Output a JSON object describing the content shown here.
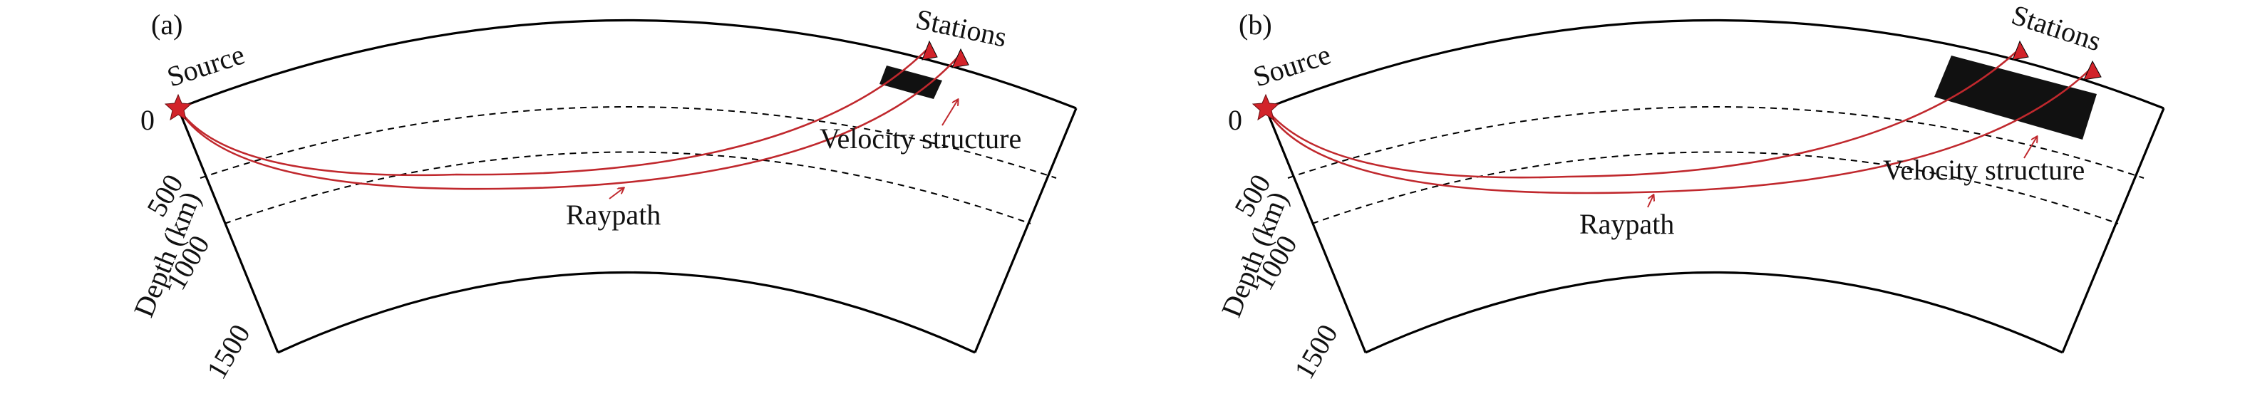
{
  "figure": {
    "panels": [
      {
        "id": "a",
        "label": "(a)",
        "source_label": "Source",
        "stations_label": "Stations",
        "velocity_label": "Velocity structure",
        "raypath_label": "Raypath",
        "axis_label": "Depth (km)",
        "depth_ticks": [
          "0",
          "500",
          "1000",
          "1500"
        ]
      },
      {
        "id": "b",
        "label": "(b)",
        "source_label": "Source",
        "stations_label": "Stations",
        "velocity_label": "Velocity structure",
        "raypath_label": "Raypath",
        "axis_label": "Depth (km)",
        "depth_ticks": [
          "0",
          "500",
          "1000",
          "1500"
        ]
      }
    ],
    "colors": {
      "ray": "#c0282d",
      "source": "#d2232a",
      "station": "#d2232a",
      "block": "#111111",
      "outline": "#000000"
    }
  }
}
